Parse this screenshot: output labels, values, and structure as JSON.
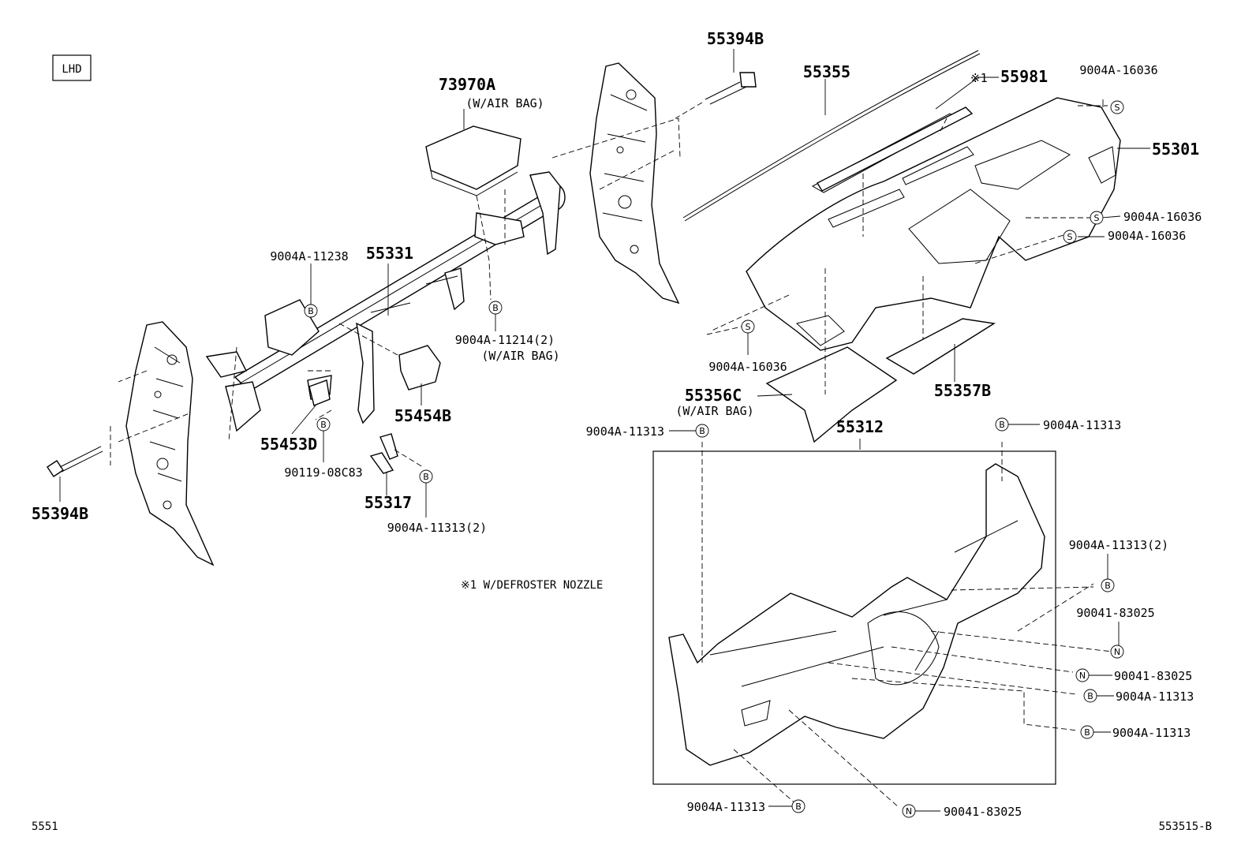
{
  "header": {
    "lhd_label": "LHD"
  },
  "parts": {
    "p55394B_top": "55394B",
    "p55394B_left": "55394B",
    "p73970A": "73970A",
    "p73970A_note": "(W/AIR BAG)",
    "p55355": "55355",
    "p55981_mark": "※1",
    "p55981": "55981",
    "p55301": "55301",
    "p55331": "55331",
    "p55453D": "55453D",
    "p55454B": "55454B",
    "p55317": "55317",
    "p55356C": "55356C",
    "p55356C_note": "(W/AIR BAG)",
    "p55357B": "55357B",
    "p55312": "55312"
  },
  "fasteners": {
    "f_16036_top": "9004A-16036",
    "f_16036_r1": "9004A-16036",
    "f_16036_r2": "9004A-16036",
    "f_16036_bottom": "9004A-16036",
    "f_11238": "9004A-11238",
    "f_11214": "9004A-11214(2)",
    "f_11214_note": "(W/AIR BAG)",
    "f_08C83": "90119-08C83",
    "f_11313_2_left": "9004A-11313(2)",
    "f_11313_box_tl": "9004A-11313",
    "f_11313_box_tr": "9004A-11313",
    "f_11313_2_right": "9004A-11313(2)",
    "f_83025_a": "90041-83025",
    "f_83025_b": "90041-83025",
    "f_11313_c": "9004A-11313",
    "f_11313_d": "9004A-11313",
    "f_11313_bottom": "9004A-11313",
    "f_83025_bottom": "90041-83025"
  },
  "symbols": {
    "S": "S",
    "B": "B",
    "N": "N"
  },
  "footnote": "※1 W/DEFROSTER NOZZLE",
  "footer": {
    "left_code": "5551",
    "right_code": "553515-B"
  }
}
